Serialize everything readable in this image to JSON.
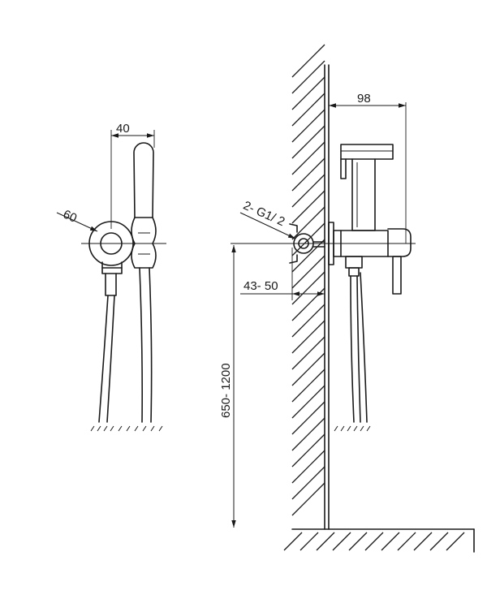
{
  "front_view": {
    "width_label": "40",
    "diameter_label": "60"
  },
  "side_view": {
    "projection_label": "98",
    "thread_label": "2- G1/ 2",
    "wall_depth_label": "43- 50",
    "height_label": "650- 1200"
  },
  "colors": {
    "line": "#1a1a1a",
    "background": "#ffffff"
  }
}
